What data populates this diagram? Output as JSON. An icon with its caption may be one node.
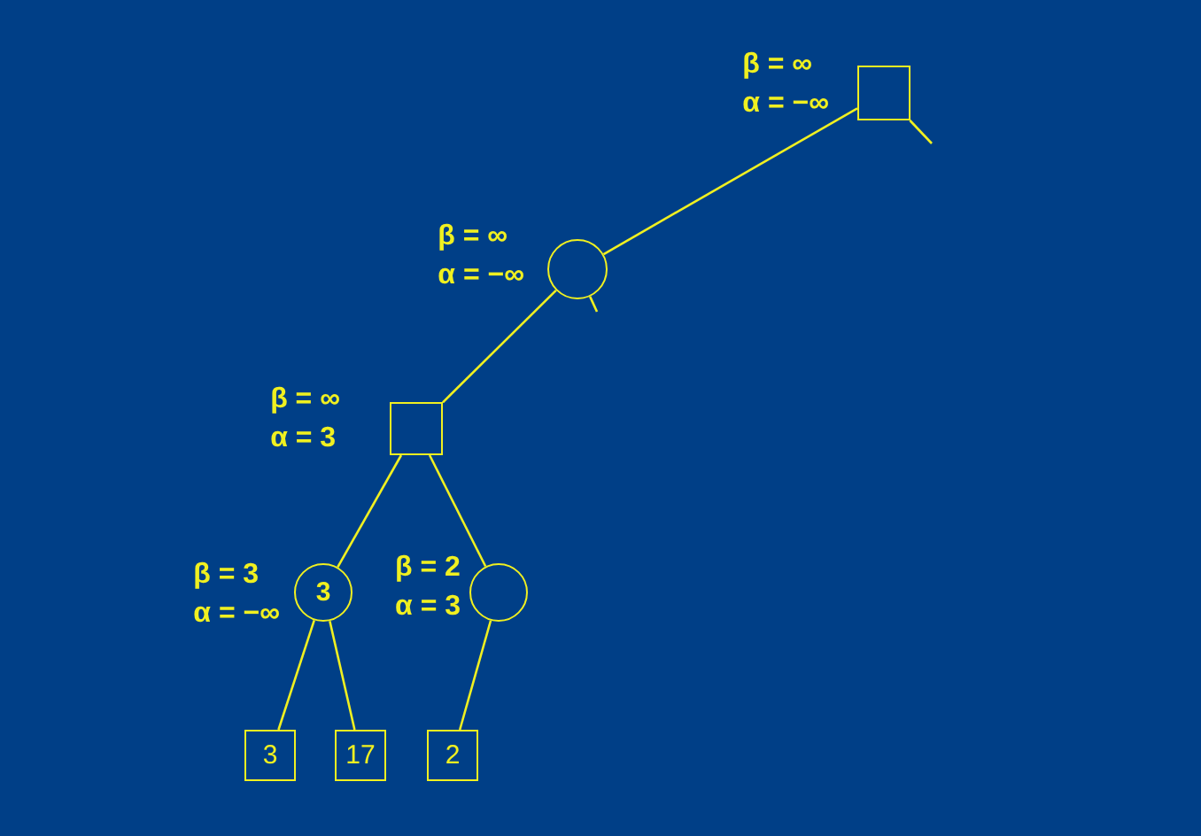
{
  "diagram": {
    "nodes": [
      {
        "text": [],
        "shape": "box",
        "beside": [
          "β = ∞",
          "α = −∞"
        ]
      },
      {
        "text": [],
        "shape": "circle",
        "beside": [
          "β = ∞",
          "α = −∞"
        ]
      },
      {
        "text": [],
        "shape": "box",
        "beside": [
          "β = ∞",
          "α = 3"
        ]
      },
      {
        "text": [
          "3"
        ],
        "beside": [
          "β = 3",
          "α = −∞"
        ]
      },
      {
        "text": [],
        "shape": "circle",
        "beside": [
          "β = 2",
          "α = 3"
        ]
      },
      {
        "text": [
          "3"
        ]
      },
      {
        "text": [
          "17"
        ]
      },
      {
        "text": [
          "2"
        ]
      }
    ],
    "edges": [
      {
        "from": 0,
        "to": 1,
        "arrow": "none"
      },
      {
        "from": 0,
        "to": null,
        "arrow": "none"
      },
      {
        "from": 1,
        "to": 2,
        "arrow": "none"
      },
      {
        "from": 1,
        "to": null,
        "arrow": "none"
      },
      {
        "from": 2,
        "to": 3,
        "arrow": "none"
      },
      {
        "from": 2,
        "to": 4,
        "arrow": "none"
      },
      {
        "from": 3,
        "to": 5,
        "arrow": "none"
      },
      {
        "from": 3,
        "to": 6,
        "arrow": "none"
      },
      {
        "from": 4,
        "to": 7,
        "arrow": "none"
      }
    ]
  }
}
